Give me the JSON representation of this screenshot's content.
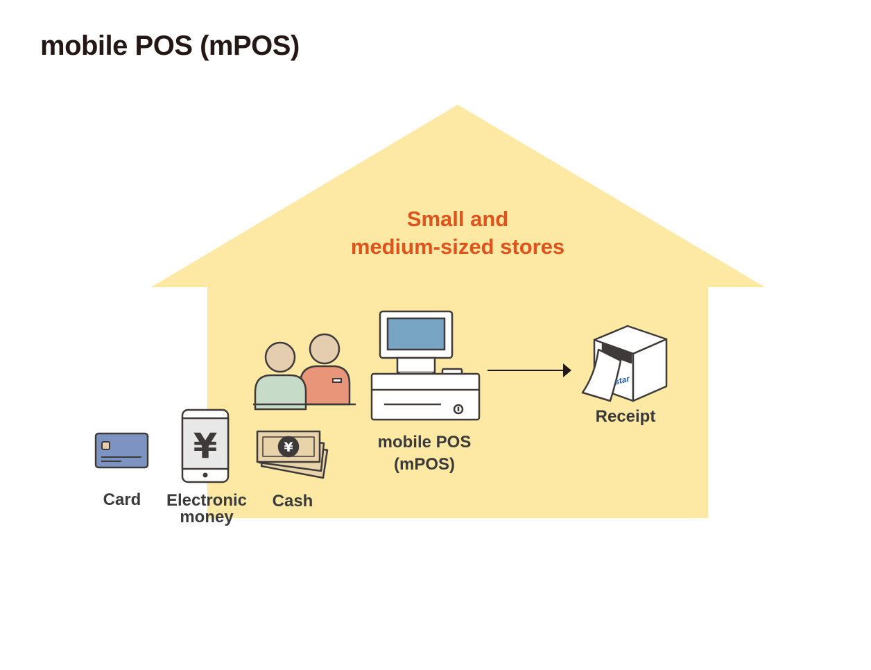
{
  "title": "mobile POS (mPOS)",
  "store": {
    "line1": "Small and",
    "line2": "medium-sized stores"
  },
  "payments": {
    "card": "Card",
    "electronic_line1": "Electronic",
    "electronic_line2": "money",
    "cash": "Cash"
  },
  "pos": {
    "line1": "mobile POS",
    "line2": "(mPOS)"
  },
  "receipt": "Receipt",
  "icons": {
    "yen_phone": "¥",
    "yen_coin": "¥",
    "printer_brand": "star"
  },
  "colors": {
    "house": "#fde8a4",
    "store_label": "#e0531c",
    "title": "#231815",
    "card": "#7d93c2",
    "screen": "#79a5c5",
    "customer": "#c7dcc8",
    "clerk": "#e8957a",
    "head": "#e5ceaf",
    "cash": "#e9d3ab"
  }
}
